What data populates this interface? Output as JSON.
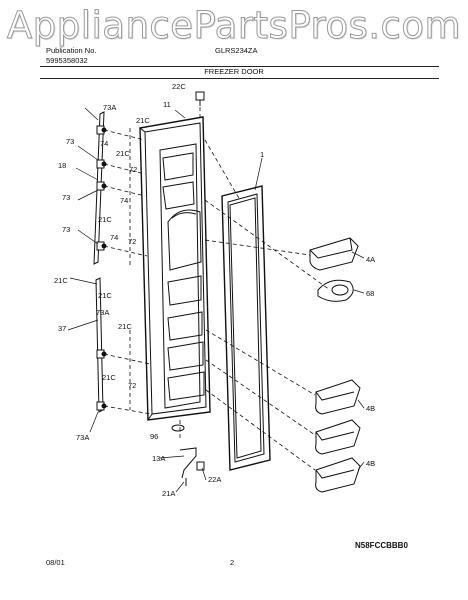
{
  "watermark": "AppliancePartsPros.com",
  "header": {
    "publication_label": "Publication No.",
    "publication_number": "5995358032",
    "model": "GLRS234ZA"
  },
  "diagram_title": "FREEZER DOOR",
  "callouts": [
    "22C",
    "11",
    "1",
    "73A",
    "21C",
    "73",
    "74",
    "21C",
    "18",
    "72",
    "73",
    "74",
    "21C",
    "73",
    "74",
    "72",
    "21C",
    "21C",
    "4A",
    "68",
    "37",
    "73A",
    "21C",
    "72",
    "21C",
    "4B",
    "4B",
    "73A",
    "96",
    "13A",
    "22A",
    "21A"
  ],
  "footer": {
    "date": "08/01",
    "page": "2",
    "code": "N58FCCBBB0"
  }
}
